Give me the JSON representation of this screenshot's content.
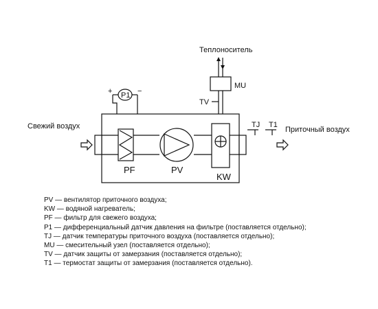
{
  "diagram": {
    "labels": {
      "heat_carrier": "Теплоноситель",
      "fresh_air": "Свежий воздух",
      "supply_air": "Приточный воздух",
      "mu": "MU",
      "tv": "TV",
      "tj": "TJ",
      "t1": "T1",
      "p1": "P1",
      "plus": "+",
      "minus": "−",
      "pf": "PF",
      "pv": "PV",
      "kw": "KW"
    }
  },
  "legend": [
    "PV — вентилятор приточного воздуха;",
    "KW — водяной нагреватель;",
    "PF — фильтр для свежего воздуха;",
    "P1 — дифференциальный датчик давления на фильтре (поставляется отдельно);",
    "TJ — датчик температуры приточного воздуха (поставляется отдельно);",
    "MU — смесительный узел (поставляется отдельно);",
    "TV — датчик защиты от замерзания (поставляется отдельно);",
    "T1 — термостат защиты от замерзания (поставляется отдельно)."
  ]
}
